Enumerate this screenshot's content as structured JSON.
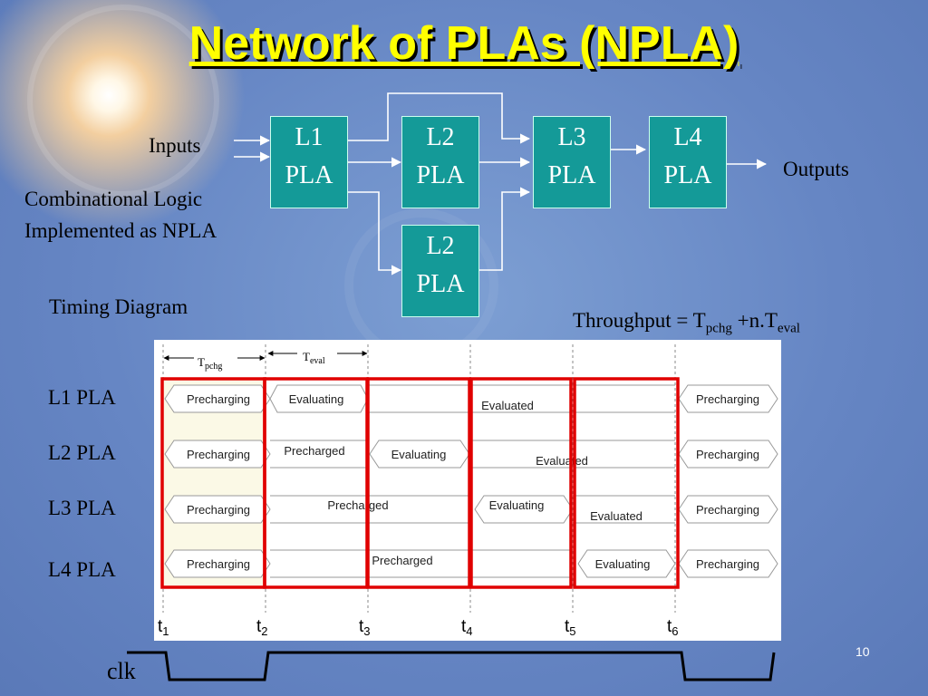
{
  "title": "Network of PLAs (NPLA)",
  "block_diagram": {
    "inputs_label": "Inputs",
    "outputs_label": "Outputs",
    "caption_line1": "Combinational Logic",
    "caption_line2": "Implemented as NPLA",
    "blocks": [
      {
        "line1": "L1",
        "line2": "PLA"
      },
      {
        "line1": "L2",
        "line2": "PLA"
      },
      {
        "line1": "L3",
        "line2": "PLA"
      },
      {
        "line1": "L4",
        "line2": "PLA"
      },
      {
        "line1": "L2",
        "line2": "PLA"
      }
    ]
  },
  "timing": {
    "heading": "Timing Diagram",
    "throughput": {
      "prefix": "Throughput = T",
      "sub1": "pchg",
      "mid": " +n.T",
      "sub2": "eval"
    },
    "tpchg": {
      "main": "T",
      "sub": "pchg"
    },
    "teval": {
      "main": "T",
      "sub": "eval"
    },
    "lanes": [
      "L1 PLA",
      "L2 PLA",
      "L3 PLA",
      "L4 PLA"
    ],
    "times": [
      {
        "t": "t",
        "n": "1"
      },
      {
        "t": "t",
        "n": "2"
      },
      {
        "t": "t",
        "n": "3"
      },
      {
        "t": "t",
        "n": "4"
      },
      {
        "t": "t",
        "n": "5"
      },
      {
        "t": "t",
        "n": "6"
      }
    ],
    "states": [
      [
        "Precharging",
        "Evaluating",
        "Evaluated",
        "Precharging"
      ],
      [
        "Precharging",
        "Precharged",
        "Evaluating",
        "Evaluated",
        "Precharging"
      ],
      [
        "Precharging",
        "Precharged",
        "Evaluating",
        "Evaluated",
        "Precharging"
      ],
      [
        "Precharging",
        "Precharged",
        "Evaluating",
        "Precharging"
      ]
    ],
    "clock_label": "clk"
  },
  "slide_number": "10",
  "colors": {
    "title": "#ffff00",
    "pla_fill": "#149a98",
    "window_border": "#e00000"
  }
}
